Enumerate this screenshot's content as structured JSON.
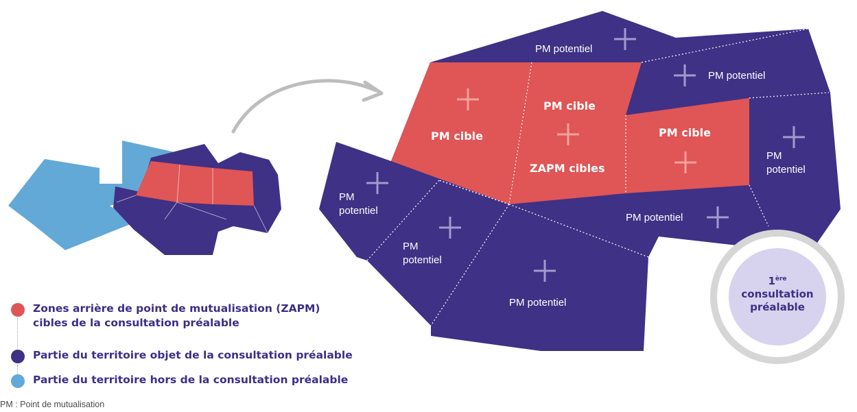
{
  "colors": {
    "zapm_red": "#e05555",
    "territory_purple": "#3f3185",
    "outside_blue": "#63a9d7",
    "plus_light": "#a29bd0",
    "plus_on_red": "#f3a3a0",
    "badge_ring": "#d6d6d6",
    "badge_fill": "#d7d3ee",
    "text_purple": "#3b2f86"
  },
  "zones": {
    "pm_potentiel_top": "PM potentiel",
    "pm_potentiel_upper_right": "PM potentiel",
    "pm_potentiel_right_1": "PM",
    "pm_potentiel_right_2": "potentiel",
    "pm_potentiel_mid_right": "PM potentiel",
    "pm_potentiel_bottom": "PM potentiel",
    "pm_potentiel_left_1": "PM",
    "pm_potentiel_left_2": "potentiel",
    "pm_potentiel_lower_left_1": "PM",
    "pm_potentiel_lower_left_2": "potentiel",
    "pm_cible_left": "PM cible",
    "pm_cible_center": "PM cible",
    "zapm_cibles": "ZAPM cibles",
    "pm_cible_right": "PM cible"
  },
  "badge": {
    "ordinal": "1",
    "ordinal_suffix": "ère",
    "line1": "consultation",
    "line2": "préalable"
  },
  "legend": {
    "items": [
      {
        "label_line1": "Zones arrière de point de mutualisation (ZAPM)",
        "label_line2": "cibles de la consultation préalable",
        "color": "#e05555"
      },
      {
        "label_line1": "Partie du territoire objet de la consultation préalable",
        "color": "#3f3185"
      },
      {
        "label_line1": "Partie du territoire hors de la consultation préalable",
        "color": "#63a9d7"
      }
    ]
  },
  "footnote": "PM : Point de mutualisation"
}
